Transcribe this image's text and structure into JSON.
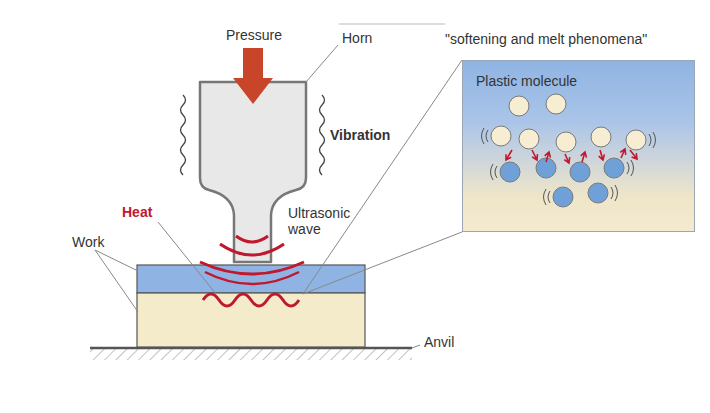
{
  "diagram": {
    "nodes": [
      {
        "text": [
          "\"softening and melt phenomena\"",
          "Plastic molecule"
        ]
      }
    ],
    "labels": [
      "Pressure",
      "Horn",
      "Vibration",
      "Heat",
      "Ultrasonic wave",
      "Work",
      "Anvil"
    ]
  }
}
